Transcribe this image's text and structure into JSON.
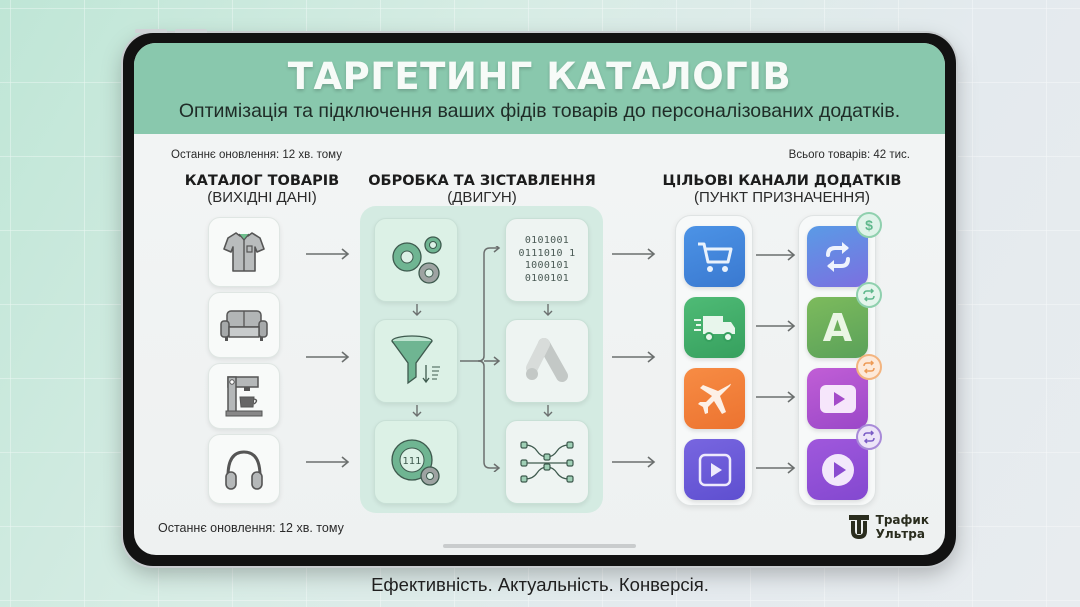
{
  "header": {
    "title": "ТАРГЕТИНГ КАТАЛОГІВ",
    "subtitle": "Оптимізація та підключення ваших фідів товарів до персоналізованих додатків."
  },
  "meta": {
    "last_update_top": "Останнє оновлення: 12 хв. тому",
    "total_items": "Всього товарів: 42 тис.",
    "last_update_bottom": "Останнє оновлення: 12 хв. тому"
  },
  "columns": [
    {
      "title": "КАТАЛОГ ТОВАРІВ",
      "subtitle": "(ВИХІДНІ ДАНІ)"
    },
    {
      "title": "ОБРОБКА ТА ЗІСТАВЛЕННЯ",
      "subtitle": "(ДВИГУН)"
    },
    {
      "title": "ЦІЛЬОВІ КАНАЛИ ДОДАТКІВ",
      "subtitle": "(ПУНКТ ПРИЗНАЧЕННЯ)"
    }
  ],
  "catalog_items": [
    {
      "icon": "shirt-icon"
    },
    {
      "icon": "sofa-icon"
    },
    {
      "icon": "coffee-machine-icon"
    },
    {
      "icon": "headphones-icon"
    }
  ],
  "engine": {
    "left": [
      {
        "icon": "gears-icon"
      },
      {
        "icon": "funnel-sort-icon"
      },
      {
        "icon": "gear-binary-icon",
        "label": "111"
      }
    ],
    "right": [
      {
        "icon": "binary-data-icon",
        "lines": [
          "0101001",
          "0111010 1",
          "1000101",
          "0100101"
        ]
      },
      {
        "icon": "google-ads-icon"
      },
      {
        "icon": "node-mapping-icon"
      }
    ]
  },
  "source_apps": [
    {
      "icon": "shopping-cart-icon",
      "color": "#3f86dc"
    },
    {
      "icon": "delivery-truck-icon",
      "color": "#3fae6a"
    },
    {
      "icon": "airplane-icon",
      "color": "#f07f38"
    },
    {
      "icon": "video-play-icon",
      "color": "#6a5ad6"
    }
  ],
  "target_apps": [
    {
      "icon": "sync-arrows-icon",
      "color": "#5b8ee6",
      "badge": "dollar-badge-icon",
      "badge_text": "$",
      "badge_color": "#5fb88c"
    },
    {
      "icon": "letter-a-icon",
      "color": "#6fb35c",
      "label": "A",
      "badge": "sync-badge-icon",
      "badge_color": "#5fb88c"
    },
    {
      "icon": "youtube-play-icon",
      "color": "#b553d4",
      "badge": "sync-badge-icon",
      "badge_color": "#f0a460"
    },
    {
      "icon": "circle-play-icon",
      "color": "#9a52d8",
      "badge": "sync-badge-icon",
      "badge_color": "#8a63cf"
    }
  ],
  "logo": {
    "line1": "Трафик",
    "line2": "Ультра",
    "mark": "TU"
  },
  "tagline": "Ефективність. Актуальність. Конверсія.",
  "colors": {
    "header": "#89c8ad",
    "engine_bg": "#d4ebe2",
    "accent_green": "#5fae8a"
  }
}
